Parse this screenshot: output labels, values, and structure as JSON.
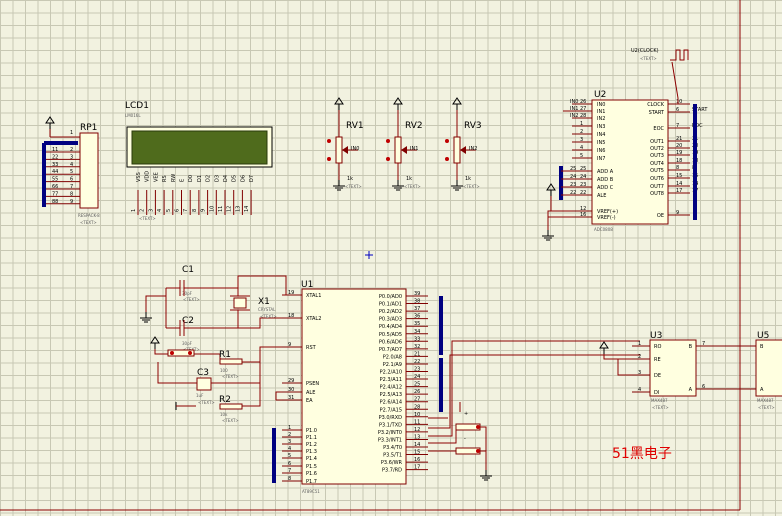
{
  "lcd": {
    "ref": "LCD1",
    "model": "LM016L",
    "text": "<TEXT>",
    "pins": [
      "VSS",
      "VDD",
      "VEE",
      "RS",
      "RW",
      "E",
      "D0",
      "D1",
      "D2",
      "D3",
      "D4",
      "D5",
      "D6",
      "D7"
    ],
    "nums": [
      "1",
      "2",
      "3",
      "4",
      "5",
      "6",
      "7",
      "8",
      "9",
      "10",
      "11",
      "12",
      "13",
      "14"
    ]
  },
  "rp1": {
    "ref": "RP1",
    "model": "RESPACK-8",
    "text": "<TEXT>",
    "labels": [
      "11",
      "22",
      "33",
      "44",
      "55",
      "66",
      "77",
      "88"
    ],
    "nums": [
      "2",
      "3",
      "4",
      "5",
      "6",
      "7",
      "8",
      "9"
    ],
    "top": "1"
  },
  "pots": [
    {
      "ref": "RV1",
      "val": "1k",
      "text": "<TEXT>",
      "net": "IN0"
    },
    {
      "ref": "RV2",
      "val": "1k",
      "text": "<TEXT>",
      "net": "IN1"
    },
    {
      "ref": "RV3",
      "val": "1k",
      "text": "<TEXT>",
      "net": "IN2"
    }
  ],
  "adc": {
    "ref": "U2",
    "model": "ADC0808",
    "text": "<TEXT>",
    "left": [
      "IN0",
      "IN1",
      "IN2",
      "IN3",
      "IN4",
      "IN5",
      "IN6",
      "IN7",
      "ADD A",
      "ADD B",
      "ADD C",
      "ALE",
      "VREF(+)",
      "VREF(-)"
    ],
    "leftnums": [
      "26",
      "27",
      "28",
      "1",
      "2",
      "3",
      "4",
      "5",
      "25",
      "24",
      "23",
      "22",
      "12",
      "16"
    ],
    "leftnets": [
      "IN0",
      "IN1",
      "IN2",
      "",
      "",
      "",
      "",
      "",
      "25",
      "24",
      "23",
      "22",
      "",
      ""
    ],
    "right": [
      "CLOCK",
      "START",
      "EOC",
      "OUT1",
      "OUT2",
      "OUT3",
      "OUT4",
      "OUT5",
      "OUT6",
      "OUT7",
      "OUT8",
      "OE"
    ],
    "rightnums": [
      "10",
      "6",
      "7",
      "21",
      "20",
      "19",
      "18",
      "8",
      "15",
      "14",
      "17",
      "9"
    ],
    "rightnets": [
      "",
      "START",
      "EOC",
      "21",
      "20",
      "19",
      "18",
      "8",
      "15",
      "14",
      "17",
      ""
    ]
  },
  "clock": {
    "label": "U2(CLOCK)",
    "text": "<TEXT>"
  },
  "mcu": {
    "ref": "U1",
    "model": "AT89C51",
    "text": "<TEXT>",
    "left": [
      "XTAL1",
      "XTAL2",
      "RST",
      "PSEN",
      "ALE",
      "EA",
      "P1.0",
      "P1.1",
      "P1.2",
      "P1.3",
      "P1.4",
      "P1.5",
      "P1.6",
      "P1.7"
    ],
    "leftnums": [
      "19",
      "18",
      "9",
      "29",
      "30",
      "31",
      "1",
      "2",
      "3",
      "4",
      "5",
      "6",
      "7",
      "8"
    ],
    "right": [
      "P0.0/AD0",
      "P0.1/AD1",
      "P0.2/AD2",
      "P0.3/AD3",
      "P0.4/AD4",
      "P0.5/AD5",
      "P0.6/AD6",
      "P0.7/AD7",
      "P2.0/A8",
      "P2.1/A9",
      "P2.2/A10",
      "P2.3/A11",
      "P2.4/A12",
      "P2.5/A13",
      "P2.6/A14",
      "P2.7/A15",
      "P3.0/RXD",
      "P3.1/TXD",
      "P3.2/INT0",
      "P3.3/INT1",
      "P3.4/T0",
      "P3.5/T1",
      "P3.6/WR",
      "P3.7/RD"
    ],
    "rightnums": [
      "39",
      "38",
      "37",
      "36",
      "35",
      "34",
      "33",
      "32",
      "21",
      "22",
      "23",
      "24",
      "25",
      "26",
      "27",
      "28",
      "10",
      "11",
      "12",
      "13",
      "14",
      "15",
      "16",
      "17"
    ]
  },
  "c1": {
    "ref": "C1",
    "val": "30pF",
    "text": "<TEXT>"
  },
  "c2": {
    "ref": "C2",
    "val": "30pF",
    "text": "<TEXT>"
  },
  "c3": {
    "ref": "C3",
    "val": "1uF",
    "text": "<TEXT>"
  },
  "r1": {
    "ref": "R1",
    "val": "100",
    "text": "<TEXT>"
  },
  "r2": {
    "ref": "R2",
    "val": "10k",
    "text": "<TEXT>"
  },
  "x1": {
    "ref": "X1",
    "val": "CRYSTAL",
    "text": "<TEXT>"
  },
  "u3": {
    "ref": "U3",
    "model": "MAX487",
    "text": "<TEXT>",
    "left": [
      "RO",
      "RE",
      "DE",
      "DI"
    ],
    "right": [
      "B",
      "A"
    ],
    "leftnums": [
      "1",
      "2",
      "3",
      "4"
    ],
    "rightnums": [
      "7",
      "6"
    ]
  },
  "u5": {
    "ref": "U5",
    "model": "MAX487",
    "text": "<TEXT>",
    "right": [
      "B",
      "A"
    ]
  },
  "watermark": "51黑电子"
}
